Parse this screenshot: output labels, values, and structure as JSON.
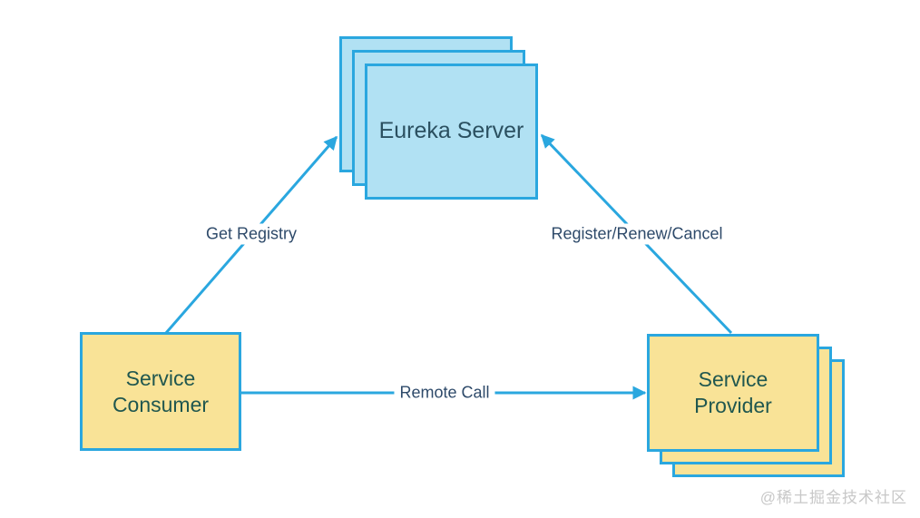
{
  "diagram": {
    "type": "architecture-diagram",
    "topic": "Eureka service discovery",
    "nodes": {
      "eureka_server": {
        "label": "Eureka Server",
        "shape": "stacked-rectangles",
        "stack_count": 3,
        "fill": "#b1e1f3",
        "border": "#2aa7df",
        "text_color": "#2b5060"
      },
      "service_consumer": {
        "label": "Service\nConsumer",
        "shape": "rectangle",
        "stack_count": 1,
        "fill": "#f9e397",
        "border": "#2aa7df",
        "text_color": "#20574f"
      },
      "service_provider": {
        "label": "Service\nProvider",
        "shape": "stacked-rectangles",
        "stack_count": 3,
        "fill": "#f9e397",
        "border": "#2aa7df",
        "text_color": "#20574f"
      }
    },
    "edges": {
      "get_registry": {
        "label": "Get Registry",
        "from": "service_consumer",
        "to": "eureka_server",
        "direction": "arrow-to-eureka"
      },
      "register_renew_cancel": {
        "label": "Register/Renew/Cancel",
        "from": "service_provider",
        "to": "eureka_server",
        "direction": "arrow-to-eureka"
      },
      "remote_call": {
        "label": "Remote Call",
        "from": "service_consumer",
        "to": "service_provider",
        "direction": "arrow-to-provider"
      }
    },
    "colors": {
      "arrow": "#2aa7df",
      "edge_label_text": "#2e4a6a",
      "background": "#ffffff",
      "watermark_text": "#c8c8c8"
    }
  },
  "watermark": "@稀土掘金技术社区"
}
